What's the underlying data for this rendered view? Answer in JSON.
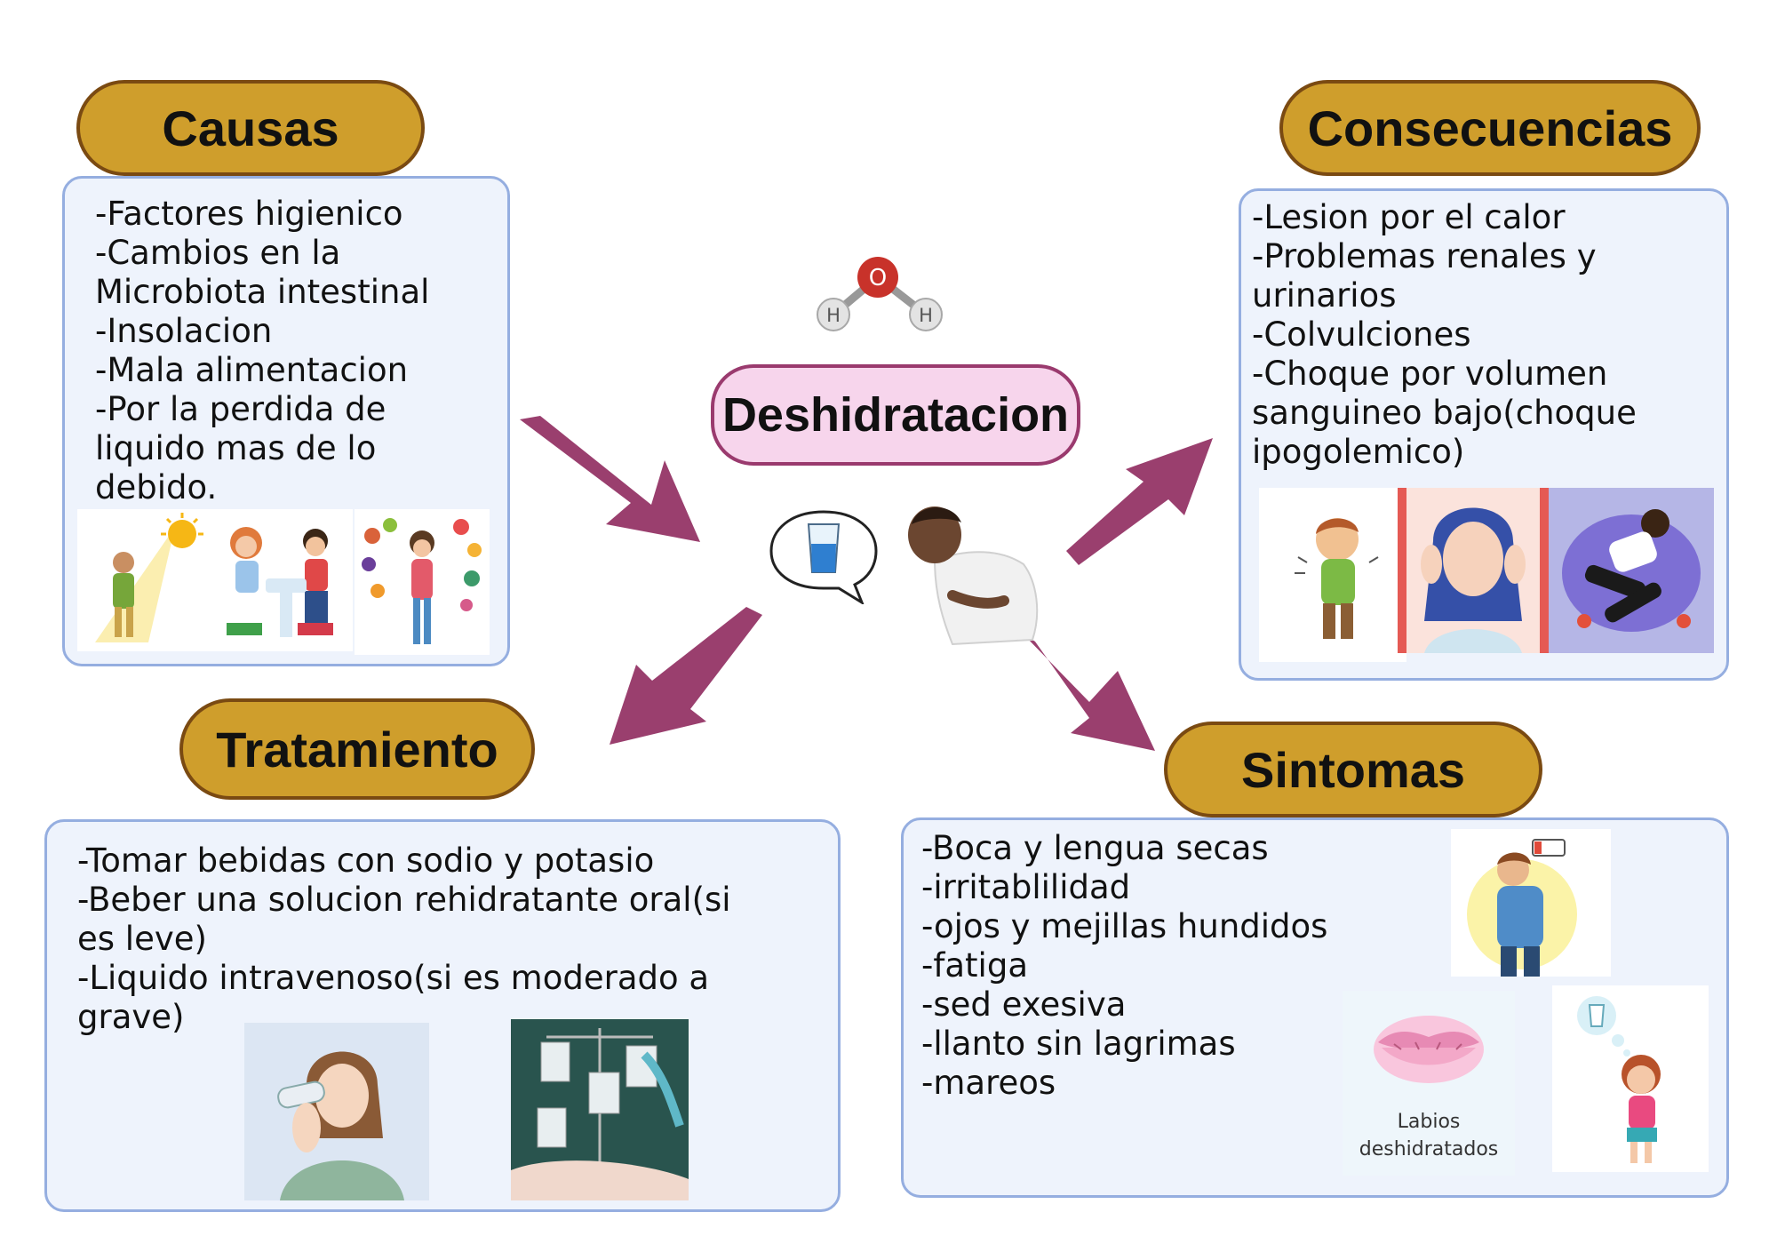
{
  "center": {
    "title": "Deshidratacion"
  },
  "molecule": {
    "oxygen": "O",
    "hydrogen_left": "H",
    "hydrogen_right": "H"
  },
  "causas": {
    "title": "Causas",
    "lines": [
      "-Factores higienico",
      "-Cambios en la",
      "Microbiota intestinal",
      "-Insolacion",
      "-Mala alimentacion",
      "-Por la perdida de",
      "liquido mas de lo",
      "debido."
    ]
  },
  "consecuencias": {
    "title": "Consecuencias",
    "lines": [
      "-Lesion por el calor",
      "-Problemas renales y",
      "urinarios",
      "-Colvulciones",
      "-Choque por volumen",
      "sanguineo bajo(choque",
      "ipogolemico)"
    ]
  },
  "tratamiento": {
    "title": "Tratamiento",
    "lines": [
      "-Tomar bebidas con sodio y potasio",
      "-Beber una solucion rehidratante oral(si",
      "es leve)",
      "-Liquido intravenoso(si es moderado a",
      "grave)"
    ]
  },
  "sintomas": {
    "title": "Sintomas",
    "lines": [
      "-Boca y lengua secas",
      "-irritablilidad",
      "-ojos y mejillas hundidos",
      "-fatiga",
      "-sed exesiva",
      "-llanto sin lagrimas",
      "-mareos"
    ],
    "caption_line1": "Labios",
    "caption_line2": "deshidratados"
  },
  "colors": {
    "pill": "#cf9e2c",
    "pill_border": "#7a4a12",
    "box_bg": "#eef3fc",
    "box_border": "#95aee0",
    "arrow": "#9a3f6e",
    "center_bg": "#f7d5ec"
  }
}
